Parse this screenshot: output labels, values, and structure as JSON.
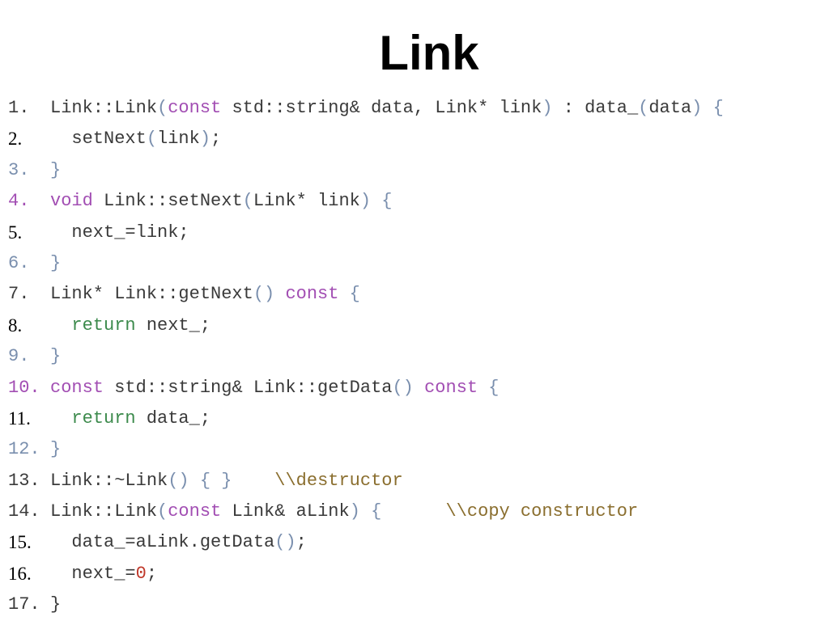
{
  "slide": {
    "title": "Link"
  },
  "colors": {
    "default": "#3a3a3a",
    "keyword": "#a24eb3",
    "punct": "#7a8fae",
    "return": "#3c8a4c",
    "comment": "#8a6e2e",
    "number": "#c0392b"
  },
  "code_lines": [
    {
      "number": "1.",
      "number_color": "#3a3a3a",
      "number_font": "mono",
      "tokens": [
        {
          "text": "Link::Link",
          "kind": "default"
        },
        {
          "text": "(",
          "kind": "punct"
        },
        {
          "text": "const",
          "kind": "keyword"
        },
        {
          "text": " std::string& data, Link* link",
          "kind": "default"
        },
        {
          "text": ")",
          "kind": "punct"
        },
        {
          "text": " : data_",
          "kind": "default"
        },
        {
          "text": "(",
          "kind": "punct"
        },
        {
          "text": "data",
          "kind": "default"
        },
        {
          "text": ")",
          "kind": "punct"
        },
        {
          "text": " {",
          "kind": "punct"
        }
      ]
    },
    {
      "number": "2.",
      "number_color": "#000000",
      "number_font": "serif",
      "tokens": [
        {
          "text": "  setNext",
          "kind": "default"
        },
        {
          "text": "(",
          "kind": "punct"
        },
        {
          "text": "link",
          "kind": "default"
        },
        {
          "text": ")",
          "kind": "punct"
        },
        {
          "text": ";",
          "kind": "default"
        }
      ]
    },
    {
      "number": "3.",
      "number_color": "#7a8fae",
      "number_font": "mono",
      "tokens": [
        {
          "text": "}",
          "kind": "punct"
        }
      ]
    },
    {
      "number": "4.",
      "number_color": "#a24eb3",
      "number_font": "mono",
      "tokens": [
        {
          "text": "void",
          "kind": "keyword"
        },
        {
          "text": " Link::setNext",
          "kind": "default"
        },
        {
          "text": "(",
          "kind": "punct"
        },
        {
          "text": "Link* link",
          "kind": "default"
        },
        {
          "text": ")",
          "kind": "punct"
        },
        {
          "text": " {",
          "kind": "punct"
        }
      ]
    },
    {
      "number": "5.",
      "number_color": "#000000",
      "number_font": "serif",
      "tokens": [
        {
          "text": "  next_=link;",
          "kind": "default"
        }
      ]
    },
    {
      "number": "6.",
      "number_color": "#7a8fae",
      "number_font": "mono",
      "tokens": [
        {
          "text": "}",
          "kind": "punct"
        }
      ]
    },
    {
      "number": "7.",
      "number_color": "#3a3a3a",
      "number_font": "mono",
      "tokens": [
        {
          "text": "Link* Link::getNext",
          "kind": "default"
        },
        {
          "text": "()",
          "kind": "punct"
        },
        {
          "text": " const",
          "kind": "keyword"
        },
        {
          "text": " {",
          "kind": "punct"
        }
      ]
    },
    {
      "number": "8.",
      "number_color": "#000000",
      "number_font": "serif",
      "tokens": [
        {
          "text": "  ",
          "kind": "default"
        },
        {
          "text": "return",
          "kind": "return"
        },
        {
          "text": " next_;",
          "kind": "default"
        }
      ]
    },
    {
      "number": "9.",
      "number_color": "#7a8fae",
      "number_font": "mono",
      "tokens": [
        {
          "text": "}",
          "kind": "punct"
        }
      ]
    },
    {
      "number": "10.",
      "number_color": "#a24eb3",
      "number_font": "mono",
      "tokens": [
        {
          "text": "const",
          "kind": "keyword"
        },
        {
          "text": " std::string& Link::getData",
          "kind": "default"
        },
        {
          "text": "()",
          "kind": "punct"
        },
        {
          "text": " const",
          "kind": "keyword"
        },
        {
          "text": " {",
          "kind": "punct"
        }
      ]
    },
    {
      "number": "11.",
      "number_color": "#000000",
      "number_font": "serif",
      "tokens": [
        {
          "text": "  ",
          "kind": "default"
        },
        {
          "text": "return",
          "kind": "return"
        },
        {
          "text": " data_;",
          "kind": "default"
        }
      ]
    },
    {
      "number": "12.",
      "number_color": "#7a8fae",
      "number_font": "mono",
      "tokens": [
        {
          "text": "}",
          "kind": "punct"
        }
      ]
    },
    {
      "number": "13.",
      "number_color": "#3a3a3a",
      "number_font": "mono",
      "tokens": [
        {
          "text": "Link::~Link",
          "kind": "default"
        },
        {
          "text": "()",
          "kind": "punct"
        },
        {
          "text": " { }",
          "kind": "punct"
        },
        {
          "text": "    \\\\destructor",
          "kind": "comment"
        }
      ]
    },
    {
      "number": "14.",
      "number_color": "#3a3a3a",
      "number_font": "mono",
      "tokens": [
        {
          "text": "Link::Link",
          "kind": "default"
        },
        {
          "text": "(",
          "kind": "punct"
        },
        {
          "text": "const",
          "kind": "keyword"
        },
        {
          "text": " Link& aLink",
          "kind": "default"
        },
        {
          "text": ")",
          "kind": "punct"
        },
        {
          "text": " {",
          "kind": "punct"
        },
        {
          "text": "      \\\\copy constructor",
          "kind": "comment"
        }
      ]
    },
    {
      "number": "15.",
      "number_color": "#000000",
      "number_font": "serif",
      "tokens": [
        {
          "text": "  data_=aLink.getData",
          "kind": "default"
        },
        {
          "text": "()",
          "kind": "punct"
        },
        {
          "text": ";",
          "kind": "default"
        }
      ]
    },
    {
      "number": "16.",
      "number_color": "#000000",
      "number_font": "serif",
      "tokens": [
        {
          "text": "  next_=",
          "kind": "default"
        },
        {
          "text": "0",
          "kind": "number"
        },
        {
          "text": ";",
          "kind": "default"
        }
      ]
    },
    {
      "number": "17.",
      "number_color": "#3a3a3a",
      "number_font": "mono",
      "tokens": [
        {
          "text": "}",
          "kind": "default"
        }
      ]
    }
  ]
}
